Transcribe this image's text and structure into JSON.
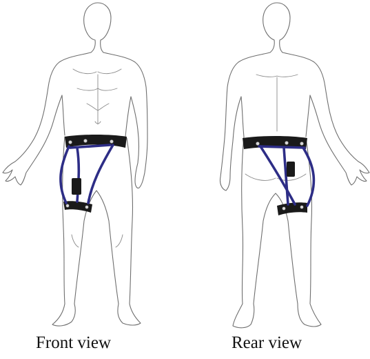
{
  "figure": {
    "views": [
      {
        "id": "front",
        "caption": "Front view"
      },
      {
        "id": "rear",
        "caption": "Rear view"
      }
    ],
    "colors": {
      "outline": "#6e6e6e",
      "belt": "#1a1a1a",
      "strap": "#2d2d86",
      "background": "#ffffff"
    }
  }
}
